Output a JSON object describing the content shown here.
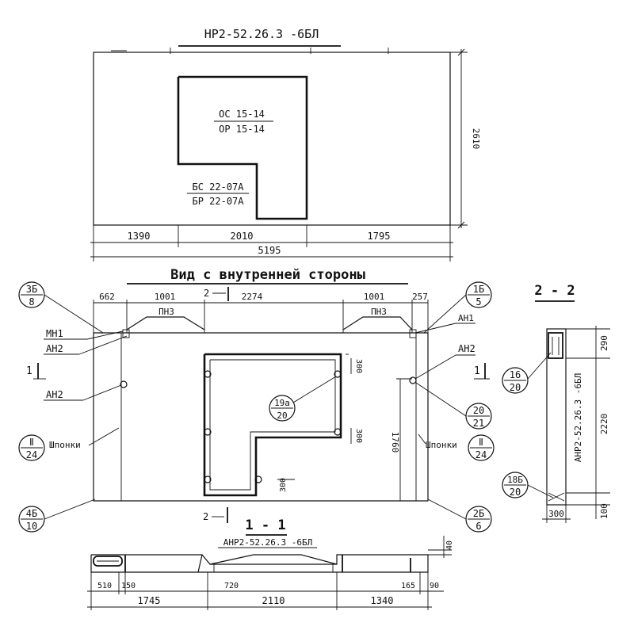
{
  "top_view": {
    "mark": "НР2-52.26.3 -6БЛ",
    "opening_top": "ОС 15-14",
    "opening_bottom": "ОР 15-14",
    "lower_top": "БС 22-07А",
    "lower_bottom": "БР 22-07А",
    "height": "2610",
    "dim_left": "1390",
    "dim_mid": "2010",
    "dim_right": "1795",
    "dim_total": "5195"
  },
  "interior_view": {
    "title": "Вид с внутренней стороны",
    "dim_left_edge": "662",
    "dim_pn_left": "1001",
    "dim_center": "2274",
    "dim_pn_right": "1001",
    "dim_right_edge": "257",
    "pn_left": "ПНЗ",
    "pn_right": "ПНЗ",
    "mn": "МН1",
    "an_left_top": "АН2",
    "an_left_mid": "АН2",
    "an_right_top": "АН1",
    "an_right_mid": "АН2",
    "shponki_left": "Шпонки",
    "shponki_right": "Шпонки",
    "sec_label_top": "2",
    "sec_label_bottom": "2",
    "sec1_left": "1",
    "sec1_right": "1",
    "dim_height": "1760",
    "dim_a": "300",
    "dim_b": "300",
    "dim_c": "300",
    "callouts": {
      "c1_top": "3Б",
      "c1_bot": "8",
      "c2_top": "1Б",
      "c2_bot": "5",
      "c3_top": "Ⅱ",
      "c3_bot": "24",
      "c4_top": "4Б",
      "c4_bot": "10",
      "c5_top": "19а",
      "c5_bot": "20",
      "c6_top": "20",
      "c6_bot": "21",
      "c7_top": "Ⅱ",
      "c7_bot": "24",
      "c8_top": "2Б",
      "c8_bot": "6"
    }
  },
  "section_2_2": {
    "title": "2 - 2",
    "mark": "АНР2-52.26.3 -6БЛ",
    "dim_top": "290",
    "dim_main": "2220",
    "dim_bottom": "100",
    "dim_width": "300",
    "c_top_a": "16",
    "c_top_b": "20",
    "c_bot_a": "18Б",
    "c_bot_b": "20"
  },
  "section_1_1": {
    "title": "1 - 1",
    "mark": "АНР2-52.26.3 -6БЛ",
    "dim_40": "40",
    "dim_510": "510",
    "dim_150": "150",
    "dim_720": "720",
    "dim_165": "165",
    "dim_90": "90",
    "dim_1745": "1745",
    "dim_2110": "2110",
    "dim_1340": "1340"
  }
}
